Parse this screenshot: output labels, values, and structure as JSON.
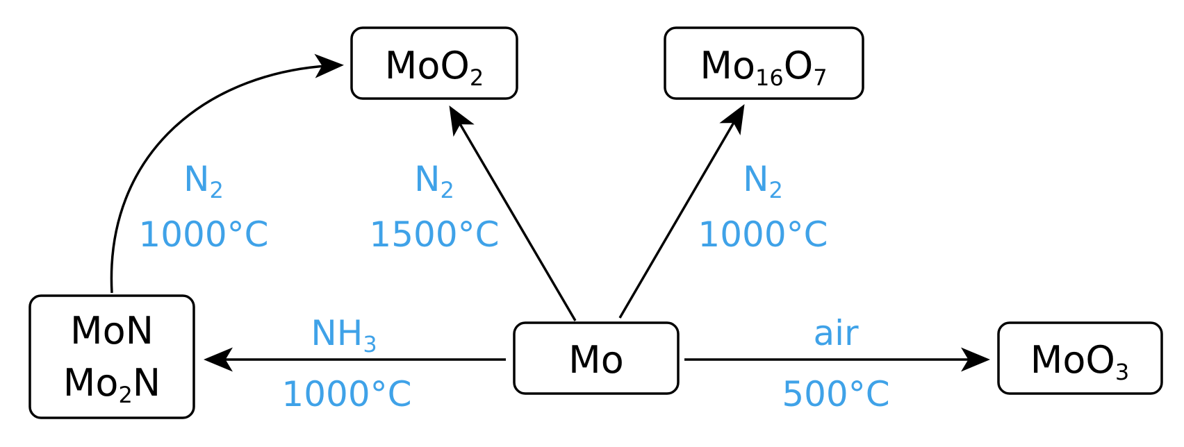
{
  "colors": {
    "node": "#000000",
    "condition": "#3fa2e8",
    "arrow": "#000000"
  },
  "nodes": {
    "mo": {
      "base": "Mo"
    },
    "moo2": {
      "base": "MoO",
      "sub": "2"
    },
    "mo16o7": {
      "pre": "Mo",
      "sub1": "16",
      "mid": "O",
      "sub2": "7"
    },
    "moo3": {
      "base": "MoO",
      "sub": "3"
    },
    "nitrides": {
      "line1": "MoN",
      "line2_pre": "Mo",
      "line2_sub": "2",
      "line2_post": "N"
    }
  },
  "conditions": {
    "to_moo2_curve": {
      "gas": "N",
      "gas_sub": "2",
      "temp": "1000°C"
    },
    "to_moo2": {
      "gas": "N",
      "gas_sub": "2",
      "temp": "1500°C"
    },
    "to_mo16o7": {
      "gas": "N",
      "gas_sub": "2",
      "temp": "1000°C"
    },
    "to_nitrides": {
      "gas": "NH",
      "gas_sub": "3",
      "temp": "1000°C"
    },
    "to_moo3": {
      "gas": "air",
      "temp": "500°C"
    }
  }
}
